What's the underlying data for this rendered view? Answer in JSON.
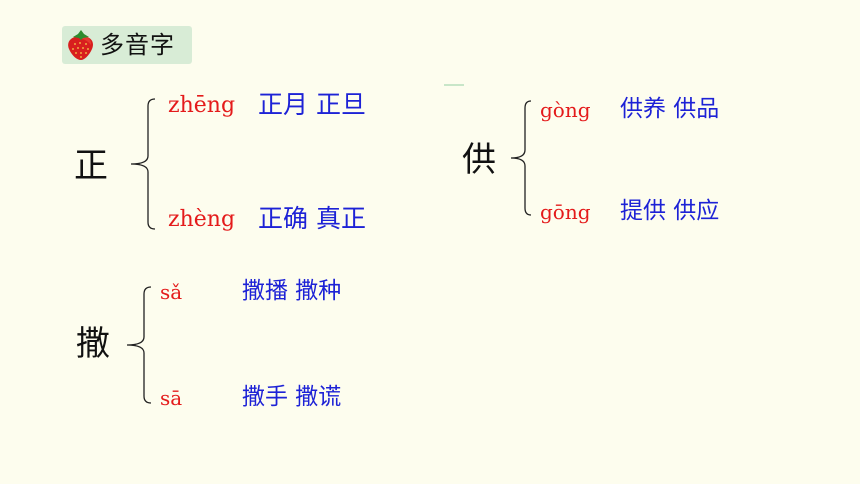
{
  "header": {
    "title": "多音字",
    "icon": "strawberry-icon"
  },
  "colors": {
    "background": "#fdfdee",
    "badge": "#d8ecd6",
    "pinyin": "#e41b1b",
    "words": "#1d22d6",
    "character": "#111111"
  },
  "groups": [
    {
      "char": "正",
      "readings": [
        {
          "pinyin": "zhēng",
          "words": "正月  正旦"
        },
        {
          "pinyin": "zhèng",
          "words": "正确  真正"
        }
      ]
    },
    {
      "char": "供",
      "readings": [
        {
          "pinyin": "gòng",
          "words": "供养  供品"
        },
        {
          "pinyin": "gōng",
          "words": "提供  供应"
        }
      ]
    },
    {
      "char": "撒",
      "readings": [
        {
          "pinyin": "sǎ",
          "words": "撒播  撒种"
        },
        {
          "pinyin": "sā",
          "words": "撒手  撒谎"
        }
      ]
    }
  ]
}
